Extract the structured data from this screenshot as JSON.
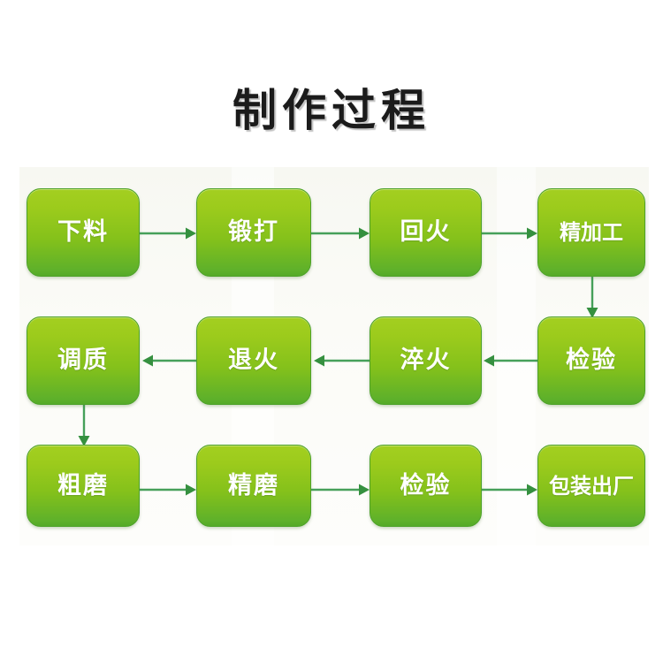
{
  "page": {
    "title": "制作过程",
    "background_color": "#ffffff",
    "panel_color": "#f8f9f3"
  },
  "theme": {
    "node_gradient_top": "#a3cf20",
    "node_gradient_bottom": "#55ab28",
    "node_border": "#4ea22a",
    "node_text": "#ffffff",
    "arrow_color": "#3f9b4a",
    "title_color": "#1b1b1b"
  },
  "flowchart": {
    "type": "process-flow",
    "direction": "boustrophedon",
    "rows": 3,
    "columns": 4,
    "nodes": [
      {
        "id": "n1",
        "label": "下料",
        "row": 1,
        "col": 1
      },
      {
        "id": "n2",
        "label": "锻打",
        "row": 1,
        "col": 2
      },
      {
        "id": "n3",
        "label": "回火",
        "row": 1,
        "col": 3
      },
      {
        "id": "n4",
        "label": "精加工",
        "row": 1,
        "col": 4
      },
      {
        "id": "n5",
        "label": "检验",
        "row": 2,
        "col": 4
      },
      {
        "id": "n6",
        "label": "淬火",
        "row": 2,
        "col": 3
      },
      {
        "id": "n7",
        "label": "退火",
        "row": 2,
        "col": 2
      },
      {
        "id": "n8",
        "label": "调质",
        "row": 2,
        "col": 1
      },
      {
        "id": "n9",
        "label": "粗磨",
        "row": 3,
        "col": 1
      },
      {
        "id": "n10",
        "label": "精磨",
        "row": 3,
        "col": 2
      },
      {
        "id": "n11",
        "label": "检验",
        "row": 3,
        "col": 3
      },
      {
        "id": "n12",
        "label": "包装出厂",
        "row": 3,
        "col": 4
      }
    ],
    "edges": [
      {
        "from": "n1",
        "to": "n2",
        "direction": "right"
      },
      {
        "from": "n2",
        "to": "n3",
        "direction": "right"
      },
      {
        "from": "n3",
        "to": "n4",
        "direction": "right"
      },
      {
        "from": "n4",
        "to": "n5",
        "direction": "down"
      },
      {
        "from": "n5",
        "to": "n6",
        "direction": "left"
      },
      {
        "from": "n6",
        "to": "n7",
        "direction": "left"
      },
      {
        "from": "n7",
        "to": "n8",
        "direction": "left"
      },
      {
        "from": "n8",
        "to": "n9",
        "direction": "down"
      },
      {
        "from": "n9",
        "to": "n10",
        "direction": "right"
      },
      {
        "from": "n10",
        "to": "n11",
        "direction": "right"
      },
      {
        "from": "n11",
        "to": "n12",
        "direction": "right"
      }
    ]
  }
}
